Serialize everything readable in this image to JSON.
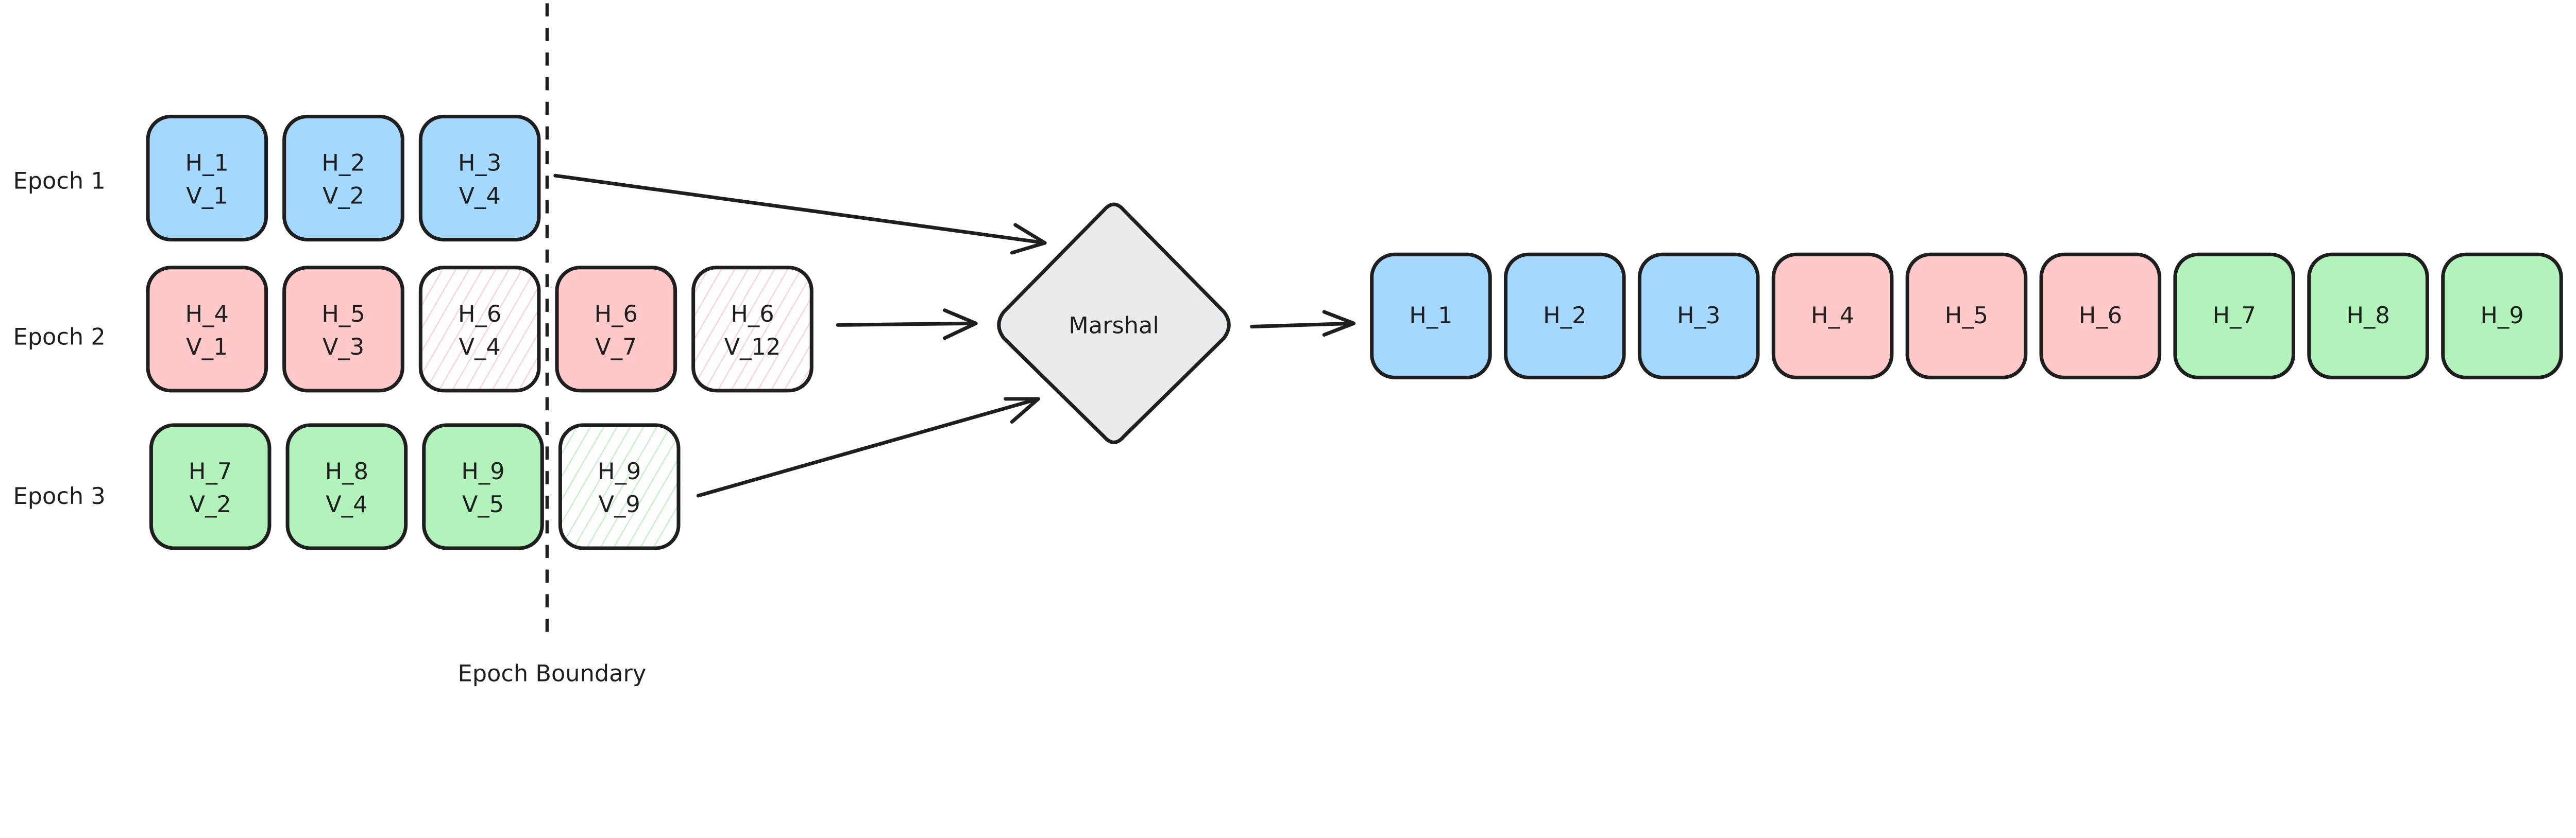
{
  "colors": {
    "blue": "#a5d8ff",
    "red": "#ffc9c9",
    "green": "#b2f2bb",
    "marshal": "#e9ecef",
    "stroke": "#1e1e1e"
  },
  "rows": [
    {
      "label": "Epoch 1",
      "color": "blue",
      "cells": [
        {
          "h": "H_1",
          "v": "V_1",
          "hatched": false
        },
        {
          "h": "H_2",
          "v": "V_2",
          "hatched": false
        },
        {
          "h": "H_3",
          "v": "V_4",
          "hatched": false
        }
      ]
    },
    {
      "label": "Epoch 2",
      "color": "red",
      "cells": [
        {
          "h": "H_4",
          "v": "V_1",
          "hatched": false
        },
        {
          "h": "H_5",
          "v": "V_3",
          "hatched": false
        },
        {
          "h": "H_6",
          "v": "V_4",
          "hatched": true
        },
        {
          "h": "H_6",
          "v": "V_7",
          "hatched": false
        },
        {
          "h": "H_6",
          "v": "V_12",
          "hatched": true
        }
      ]
    },
    {
      "label": "Epoch 3",
      "color": "green",
      "cells": [
        {
          "h": "H_7",
          "v": "V_2",
          "hatched": false
        },
        {
          "h": "H_8",
          "v": "V_4",
          "hatched": false
        },
        {
          "h": "H_9",
          "v": "V_5",
          "hatched": false
        },
        {
          "h": "H_9",
          "v": "V_9",
          "hatched": true
        }
      ]
    }
  ],
  "boundary_label": "Epoch Boundary",
  "marshal_label": "Marshal",
  "output": [
    {
      "label": "H_1",
      "color": "blue"
    },
    {
      "label": "H_2",
      "color": "blue"
    },
    {
      "label": "H_3",
      "color": "blue"
    },
    {
      "label": "H_4",
      "color": "red"
    },
    {
      "label": "H_5",
      "color": "red"
    },
    {
      "label": "H_6",
      "color": "red"
    },
    {
      "label": "H_7",
      "color": "green"
    },
    {
      "label": "H_8",
      "color": "green"
    },
    {
      "label": "H_9",
      "color": "green"
    }
  ]
}
